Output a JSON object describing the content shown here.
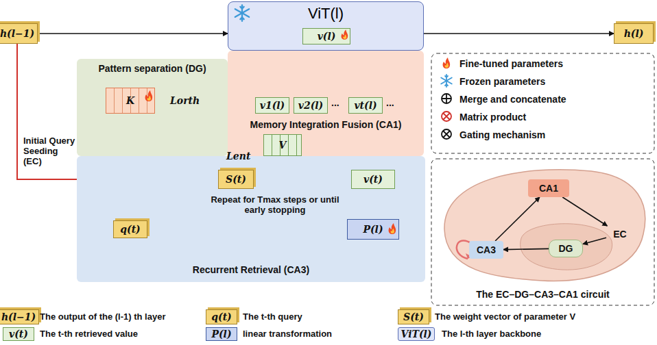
{
  "diagram": {
    "nodes": [
      {
        "text": [
          "h(l−1)"
        ]
      },
      {
        "text": [
          "ViT(l)"
        ]
      },
      {
        "text": [
          "v(l)"
        ],
        "in": 1
      },
      {
        "text": [
          "h(l)"
        ]
      },
      {
        "text": [
          "Pattern separation (DG)"
        ]
      },
      {
        "text": [
          "K"
        ],
        "in": 4
      },
      {
        "text": [
          "Memory Integration Fusion (CA1)"
        ]
      },
      {
        "text": [
          "v1(l)"
        ],
        "in": 6
      },
      {
        "text": [
          "v2(l)"
        ],
        "in": 6
      },
      {
        "text": [
          "vt(l)"
        ],
        "in": 6
      },
      {
        "text": [
          "Recurrent Retrieval (CA3)"
        ]
      },
      {
        "text": [
          "S(t)"
        ],
        "in": 10
      },
      {
        "text": [
          "V"
        ]
      },
      {
        "text": [
          "v(t)"
        ],
        "in": 10
      },
      {
        "text": [
          "P(l)"
        ],
        "in": 10
      },
      {
        "text": [
          "q(t)"
        ],
        "in": 10
      },
      {
        "text": [
          "CA1"
        ]
      },
      {
        "text": [
          "EC"
        ]
      },
      {
        "text": [
          "DG"
        ]
      },
      {
        "text": [
          "CA3"
        ]
      },
      {
        "text": [
          "h(l−1)"
        ]
      },
      {
        "text": [
          "q(t)"
        ]
      },
      {
        "text": [
          "S(t)"
        ]
      },
      {
        "text": [
          "v(t)"
        ]
      },
      {
        "text": [
          "P(l)"
        ]
      },
      {
        "text": [
          "ViT(l)"
        ]
      }
    ],
    "edges": [
      {
        "from": 0,
        "to": 1,
        "arrow": "to"
      },
      {
        "from": 1,
        "to": 3,
        "arrow": "to"
      },
      {
        "from": 0,
        "to": 11,
        "arrow": "to"
      },
      {
        "from": 5,
        "to": 11,
        "arrow": "to"
      },
      {
        "from": 11,
        "to": 13,
        "arrow": "to"
      },
      {
        "from": 12,
        "to": 13,
        "arrow": "to"
      },
      {
        "from": 13,
        "to": 6,
        "arrow": "to"
      },
      {
        "from": 13,
        "to": 14,
        "arrow": "to"
      },
      {
        "from": 14,
        "to": 15,
        "arrow": "to"
      },
      {
        "from": 15,
        "to": 11,
        "arrow": "to"
      },
      {
        "from": 7,
        "to": 2,
        "arrow": "to"
      },
      {
        "from": 8,
        "to": 2,
        "arrow": "to"
      },
      {
        "from": 9,
        "to": 2,
        "arrow": "to"
      },
      {
        "from": 16,
        "to": 17,
        "arrow": "to"
      },
      {
        "from": 17,
        "to": 18,
        "arrow": "to"
      },
      {
        "from": 18,
        "to": 19,
        "arrow": "to"
      },
      {
        "from": 19,
        "to": 16,
        "arrow": "to"
      }
    ],
    "labels": [
      "Initial Query Seeding (EC)",
      "Lorth",
      "Lent",
      "Repeat for Tmax steps or until early stopping",
      "...",
      "...",
      "The EC–DG–CA3–CA1 circuit",
      "The output of the (l-1) th layer",
      "The t-th query",
      "The weight vector of parameter V",
      "The t-th retrieved value",
      "linear transformation",
      "The l-th layer backbone"
    ],
    "legend": [
      {
        "text": "Fine-tuned parameters"
      },
      {
        "text": "Frozen parameters"
      },
      {
        "text": "Merge and concatenate"
      },
      {
        "text": "Matrix product"
      },
      {
        "text": "Gating mechanism"
      }
    ]
  }
}
